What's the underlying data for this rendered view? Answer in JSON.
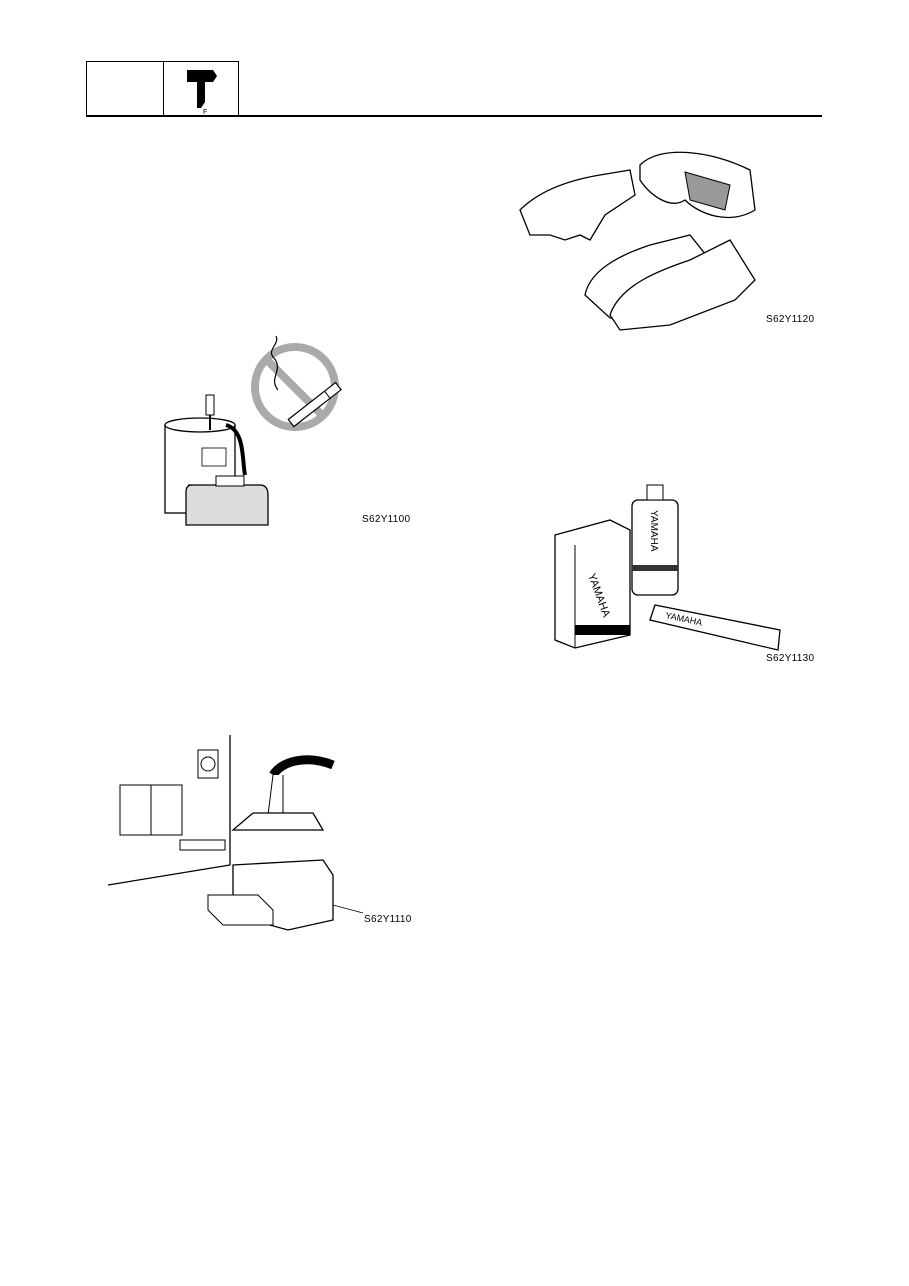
{
  "header": {
    "section_icon": "outboard-motor-icon",
    "section_icon_letter": "F"
  },
  "figures": {
    "fig1": {
      "code": "S62Y1100",
      "icon": "fuel-tank-no-smoking-icon"
    },
    "fig2": {
      "code": "S62Y1120",
      "icon": "gloves-goggles-shoes-icon"
    },
    "fig3": {
      "code": "S62Y1130",
      "icon": "yamaha-oil-products-icon"
    },
    "fig4": {
      "code": "S62Y1110",
      "icon": "ventilated-workshop-icon"
    }
  },
  "labels": {
    "brand_can": "YAMAHA",
    "brand_bottle": "YAMAHA",
    "brand_tube": "YAMAHA"
  }
}
